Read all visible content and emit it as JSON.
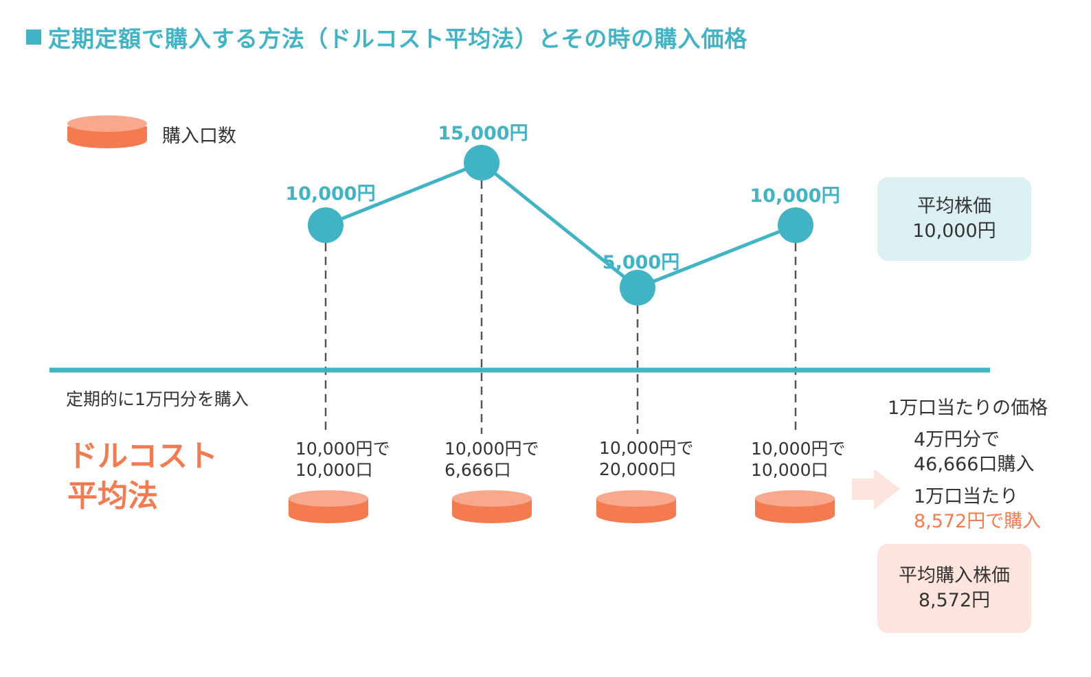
{
  "title": "定期定額で購入する方法（ドルコスト平均法）とその時の購入価格",
  "legend": {
    "icon": "coin-stack-icon",
    "label": "購入口数"
  },
  "colors": {
    "teal": "#40b3c4",
    "orange": "#f47b50",
    "coin_top": "#f8a98d",
    "light_blue": "#dbf0f3",
    "peach": "#fde4dc"
  },
  "chart_data": {
    "type": "line",
    "x": [
      1,
      2,
      3,
      4
    ],
    "values": [
      10000,
      15000,
      5000,
      10000
    ],
    "point_labels": [
      "10,000円",
      "15,000円",
      "5,000円",
      "10,000円"
    ]
  },
  "baseline_label": "定期的に1万円分を購入",
  "method_name": [
    "ドルコスト",
    "平均法"
  ],
  "purchases": [
    {
      "line1": "10,000円で",
      "line2": "10,000口"
    },
    {
      "line1": "10,000円で",
      "line2": "6,666口"
    },
    {
      "line1": "10,000円で",
      "line2": "20,000口"
    },
    {
      "line1": "10,000円で",
      "line2": "10,000口"
    }
  ],
  "average_price_box": {
    "line1": "平均株価",
    "line2": "10,000円"
  },
  "summary": {
    "heading": "1万口当たりの価格",
    "line1": "4万円分で",
    "line2": "46,666口購入",
    "line3": "1万口当たり",
    "line4": "8,572円で購入"
  },
  "average_purchase_box": {
    "line1": "平均購入株価",
    "line2": "8,572円"
  }
}
